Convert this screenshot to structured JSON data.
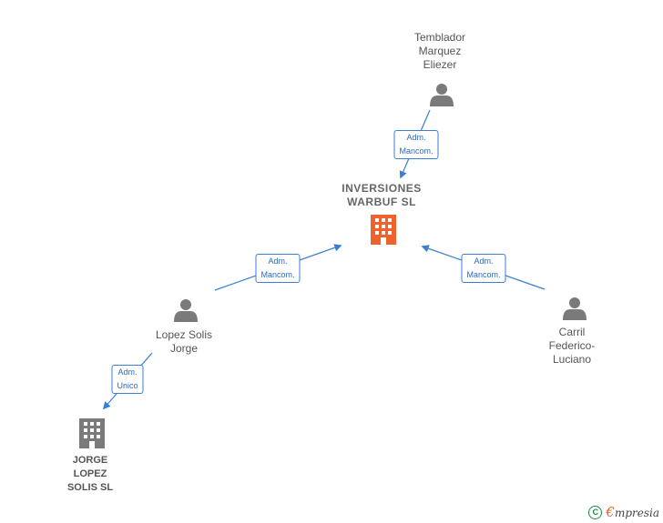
{
  "colors": {
    "edge": "#3b7fd1",
    "person": "#7a7a7a",
    "main_company": "#f0622d",
    "other_company": "#7a7a7a"
  },
  "nodes": {
    "main": {
      "lines": [
        "INVERSIONES",
        "WARBUF  SL"
      ],
      "icon": "building-icon"
    },
    "temblador": {
      "lines": [
        "Temblador",
        "Marquez",
        "Eliezer"
      ],
      "icon": "person-icon"
    },
    "lopez": {
      "lines": [
        "Lopez Solis",
        "Jorge"
      ],
      "icon": "person-icon"
    },
    "carril": {
      "lines": [
        "Carril",
        "Federico-",
        "Luciano"
      ],
      "icon": "person-icon"
    },
    "jorge_sl": {
      "lines": [
        "JORGE",
        "LOPEZ",
        "SOLIS  SL"
      ],
      "icon": "building-icon"
    }
  },
  "edges": {
    "temblador_main": [
      "Adm.",
      "Mancom."
    ],
    "lopez_main": [
      "Adm.",
      "Mancom."
    ],
    "carril_main": [
      "Adm.",
      "Mancom."
    ],
    "lopez_jorge": [
      "Adm.",
      "Unico"
    ]
  },
  "footer": {
    "copyright_symbol": "C",
    "brand_first": "€",
    "brand_rest": "mpresia"
  }
}
